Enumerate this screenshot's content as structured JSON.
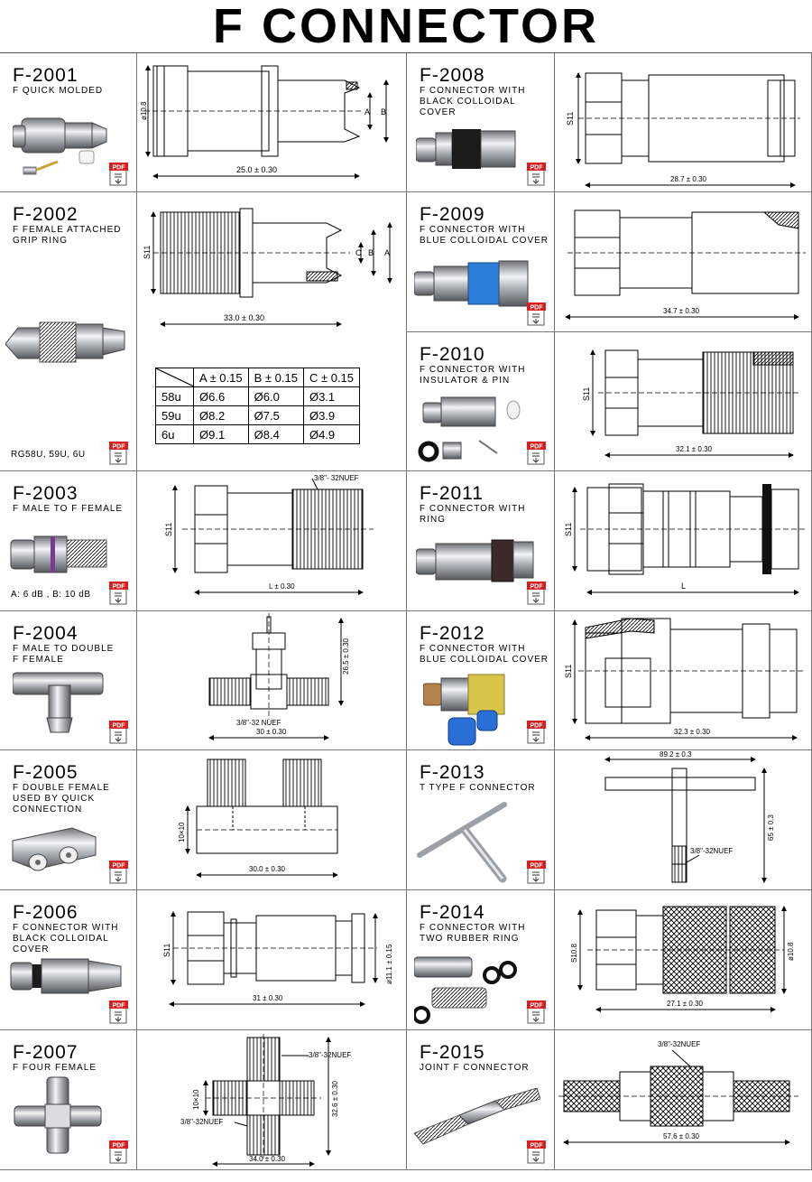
{
  "title": "F CONNECTOR",
  "products": [
    {
      "code": "F-2001",
      "desc": "F QUICK MOLDED",
      "dims": {
        "dia": "ø10.8",
        "length": "25.0 ± 0.30",
        "a": "A",
        "b": "B"
      }
    },
    {
      "code": "F-2002",
      "desc": "F FEMALE ATTACHED\nGRIP RING",
      "note": "RG58U, 59U, 6U",
      "dims": {
        "s": "S11",
        "length": "33.0 ± 0.30",
        "a": "A",
        "b": "B",
        "c": "C"
      }
    },
    {
      "code": "F-2003",
      "desc": "F MALE TO F FEMALE",
      "note": "A: 6 dB , B: 10 dB",
      "dims": {
        "s": "S11",
        "thread": "3/8\"- 32NUEF",
        "length": "L ± 0.30"
      }
    },
    {
      "code": "F-2004",
      "desc": "F MALE TO DOUBLE\nF FEMALE",
      "dims": {
        "height": "26.5 ± 0.30",
        "thread": "3/8\"-32 NUEF",
        "length": "30 ± 0.30"
      }
    },
    {
      "code": "F-2005",
      "desc": "F DOUBLE FEMALE\nUSED BY QUICK\nCONNECTION",
      "dims": {
        "side": "10×10",
        "length": "30.0 ± 0.30"
      }
    },
    {
      "code": "F-2006",
      "desc": "F CONNECTOR WITH\nBLACK COLLOIDAL COVER",
      "dims": {
        "s": "S11",
        "dia": "ø11.1 ± 0.15",
        "length": "31 ± 0.30"
      }
    },
    {
      "code": "F-2007",
      "desc": "F FOUR FEMALE",
      "dims": {
        "side": "10×10",
        "thread1": "3/8\"-32NUEF",
        "thread2": "3/8\"-32NUEF",
        "height": "32.6 ± 0.30",
        "length": "34.0 ± 0.30"
      }
    },
    {
      "code": "F-2008",
      "desc": "F CONNECTOR WITH\nBLACK COLLOIDAL COVER",
      "dims": {
        "s": "S11",
        "length": "28.7 ± 0.30"
      }
    },
    {
      "code": "F-2009",
      "desc": "F CONNECTOR WITH\nBLUE COLLOIDAL COVER",
      "dims": {
        "length": "34.7 ± 0.30"
      }
    },
    {
      "code": "F-2010",
      "desc": "F CONNECTOR WITH\nINSULATOR & PIN",
      "dims": {
        "s": "S11",
        "length": "32.1 ± 0.30"
      }
    },
    {
      "code": "F-2011",
      "desc": "F CONNECTOR WITH RING",
      "dims": {
        "s": "S11",
        "length": "L"
      }
    },
    {
      "code": "F-2012",
      "desc": "F CONNECTOR WITH\nBLUE COLLOIDAL COVER",
      "dims": {
        "s": "S11",
        "length": "32.3 ± 0.30"
      }
    },
    {
      "code": "F-2013",
      "desc": "T TYPE F CONNECTOR",
      "dims": {
        "width": "89.2 ± 0.3",
        "height": "65 ± 0.3",
        "thread": "3/8\"-32NUEF"
      }
    },
    {
      "code": "F-2014",
      "desc": "F CONNECTOR WITH\nTWO RUBBER RING",
      "dims": {
        "s": "S10.8",
        "dia": "ø10.8",
        "length": "27.1 ± 0.30"
      }
    },
    {
      "code": "F-2015",
      "desc": "JOINT F CONNECTOR",
      "dims": {
        "thread": "3/8\"-32NUEF",
        "length": "57.6 ± 0.30"
      }
    }
  ],
  "spec_table": {
    "headers": [
      "A ± 0.15",
      "B ± 0.15",
      "C ± 0.15"
    ],
    "rows": [
      {
        "cable": "58u",
        "a": "Ø6.6",
        "b": "Ø6.0",
        "c": "Ø3.1"
      },
      {
        "cable": "59u",
        "a": "Ø8.2",
        "b": "Ø7.5",
        "c": "Ø3.9"
      },
      {
        "cable": "6u",
        "a": "Ø9.1",
        "b": "Ø8.4",
        "c": "Ø4.9"
      }
    ]
  },
  "pdf_label": "PDF",
  "colors": {
    "pdf_red": "#d62020",
    "border": "#777777",
    "metal": "#b8bcc2"
  }
}
